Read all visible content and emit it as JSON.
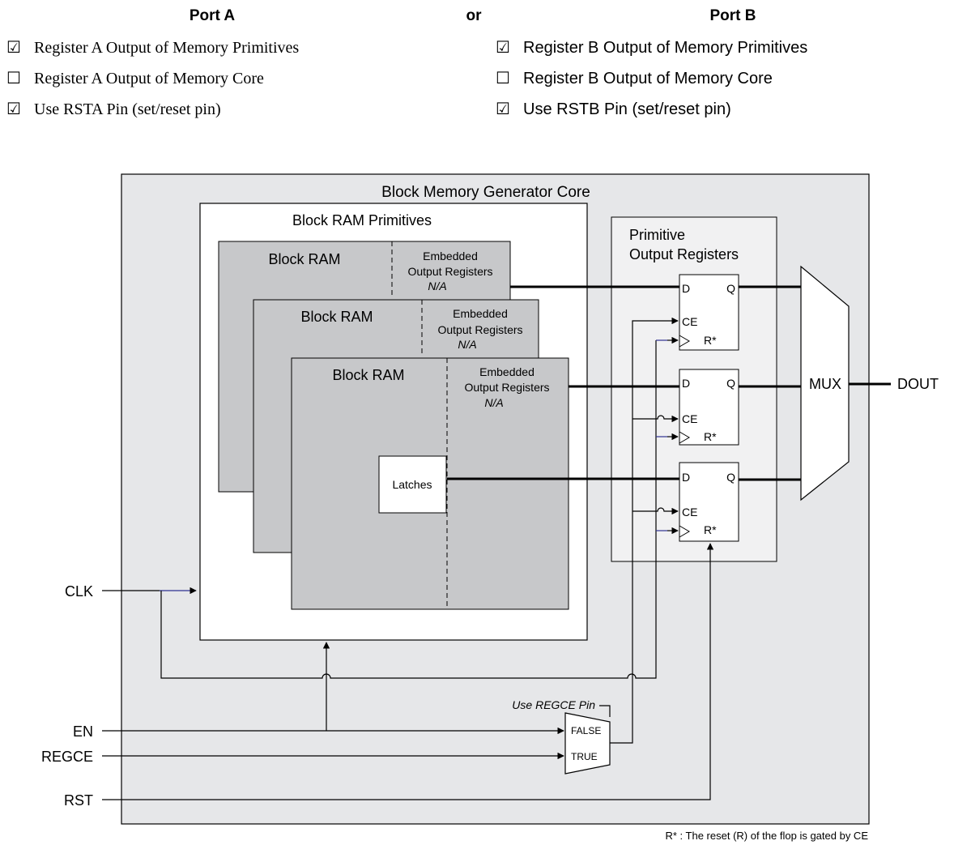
{
  "header": {
    "port_a": "Port A",
    "or": "or",
    "port_b": "Port B",
    "port_a_options": [
      {
        "label": "Register A Output of Memory Primitives",
        "checked": true
      },
      {
        "label": "Register A Output of Memory Core",
        "checked": false
      },
      {
        "label": "Use RSTA Pin (set/reset pin)",
        "checked": true
      }
    ],
    "port_b_options": [
      {
        "label": "Register B Output of Memory Primitives",
        "checked": true
      },
      {
        "label": "Register B Output of Memory Core",
        "checked": false
      },
      {
        "label": "Use RSTB Pin (set/reset pin)",
        "checked": true
      }
    ],
    "checked_symbol": "☑",
    "unchecked_symbol": "☐"
  },
  "diagram": {
    "core_title": "Block Memory Generator Core",
    "primitives_title": "Block RAM Primitives",
    "block_ram_label": "Block RAM",
    "embedded_line1": "Embedded",
    "embedded_line2": "Output Registers",
    "embedded_na": "N/A",
    "latches": "Latches",
    "prim_regs_line1": "Primitive",
    "prim_regs_line2": "Output Registers",
    "ff_d": "D",
    "ff_q": "Q",
    "ff_ce": "CE",
    "ff_r": "R*",
    "mux": "MUX",
    "dout": "DOUT",
    "clk": "CLK",
    "en": "EN",
    "regce": "REGCE",
    "rst": "RST",
    "use_regce_pin": "Use REGCE Pin",
    "mux_false": "FALSE",
    "mux_true": "TRUE",
    "footnote": "R* : The reset (R) of the flop is gated by CE"
  },
  "colors": {
    "core_bg": "#e6e7e9",
    "ram_fill": "#c7c8ca",
    "regs_bg": "#f1f1f2",
    "clock_accent": "#2e3192"
  }
}
